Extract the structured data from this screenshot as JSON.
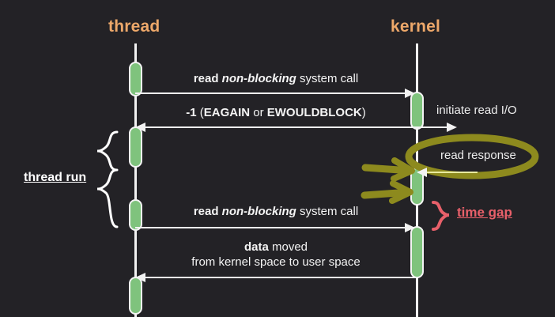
{
  "diagram": {
    "title_thread": "thread",
    "title_kernel": "kernel",
    "background_color": "#232226",
    "lifeline_color": "#f2f2f2",
    "activation_color": "#7fc37d",
    "header_color": "#eda86a",
    "highlight_olive": "#8d8a1e",
    "highlight_red": "#e8606a"
  },
  "messages": [
    {
      "id": "read-nonblocking-1",
      "direction": "right",
      "label_html": "<b>read</b> <i>non-blocking</i> system call",
      "label_plain": "read non-blocking system call"
    },
    {
      "id": "eagain-return",
      "direction": "left",
      "label_html": "<b>-1</b> (<b>EAGAIN</b> or <b>EWOULDBLOCK</b>)",
      "label_plain": "-1 (EAGAIN or EWOULDBLOCK)"
    },
    {
      "id": "read-nonblocking-2",
      "direction": "right",
      "label_html": "<b>read</b> <i>non-blocking</i> system call",
      "label_plain": "read non-blocking system call"
    },
    {
      "id": "data-moved",
      "direction": "left",
      "label_html": "<b>data</b> moved<br>from kernel space to user space",
      "label_plain": "data moved from kernel space to user space"
    }
  ],
  "side_notes": {
    "initiate_read_io": "initiate read I/O",
    "read_response": "read response"
  },
  "annotations": {
    "thread_run": "thread run",
    "time_gap": "time gap"
  }
}
